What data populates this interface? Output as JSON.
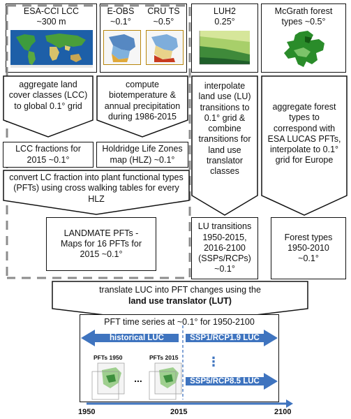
{
  "sources": {
    "esa": {
      "title": "ESA-CCI LCC",
      "res": "~300 m"
    },
    "eobs": {
      "title": "E-OBS",
      "res": "~0.1°"
    },
    "cru": {
      "title": "CRU TS",
      "res": "~0.5°"
    },
    "luh2": {
      "title": "LUH2",
      "res": "0.25°"
    },
    "mcgrath": {
      "title": "McGrath forest",
      "res": "types ~0.5°"
    }
  },
  "steps": {
    "aggregate_lcc": "aggregate land cover classes (LCC) to global 0.1° grid",
    "biotemp": "compute biotemperature & annual precipitation during 1986-2015",
    "lcc_fractions": "LCC fractions for 2015 ~0.1°",
    "hlz": "Holdridge Life Zones map (HLZ) ~0.1°",
    "convert_lc": "convert LC fraction into plant functional types (PFTs) using cross walking tables for every HLZ",
    "landmate": "LANDMATE PFTs - Maps for 16 PFTs for 2015 ~0.1°",
    "interpolate_lu": "interpolate land use (LU) transitions to 0.1° grid & combine transitions for land use translator classes",
    "lu_transitions": "LU transitions 1950-2015, 2016-2100 (SSPs/RCPs) ~0.1°",
    "aggregate_forest": "aggregate forest types to correspond with ESA LUCAS PFTs, interpolate to 0.1° grid for Europe",
    "forest_types": "Forest types 1950-2010 ~0.1°",
    "translate_line1": "translate LUC into PFT changes using the",
    "translate_line2": "land use translator (LUT)"
  },
  "timeseries": {
    "title": "PFT time series at ~0.1° for 1950-2100",
    "historical": "historical LUC",
    "ssp1": "SSP1/RCP1.9 LUC",
    "ssp5": "SSP5/RCP8.5 LUC",
    "map1": "PFTs 1950",
    "map2": "PFTs 2015",
    "ellipsis": "...",
    "vdots": "⋮",
    "year_start": "1950",
    "year_mid": "2015",
    "year_end": "2100"
  },
  "colors": {
    "arrow_blue": "#3f74bf",
    "dashed_grey": "#8c8c8c",
    "ocean": "#1d5fa8",
    "land_green": "#3d9b3d",
    "europe_green": "#2a8c2a"
  }
}
